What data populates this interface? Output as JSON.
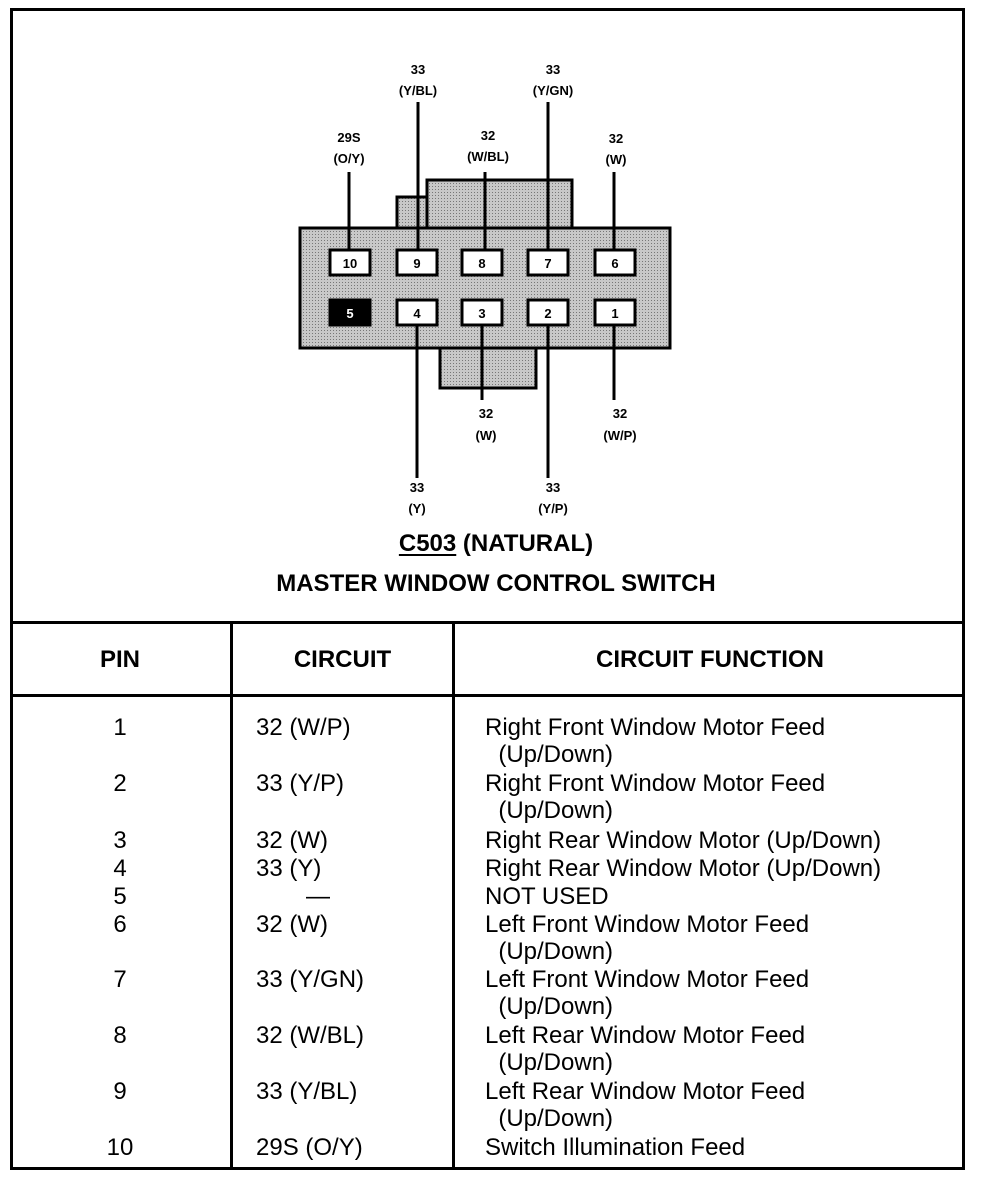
{
  "connector": {
    "code": "C503",
    "color_label": "(NATURAL)",
    "name": "MASTER WINDOW CONTROL SWITCH",
    "pins_top": [
      "10",
      "9",
      "8",
      "7",
      "6"
    ],
    "pins_bottom": [
      "5",
      "4",
      "3",
      "2",
      "1"
    ],
    "wire_labels": {
      "p10": {
        "circuit": "29S",
        "color": "(O/Y)"
      },
      "p9": {
        "circuit": "33",
        "color": "(Y/BL)"
      },
      "p8": {
        "circuit": "32",
        "color": "(W/BL)"
      },
      "p7": {
        "circuit": "33",
        "color": "(Y/GN)"
      },
      "p6": {
        "circuit": "32",
        "color": "(W)"
      },
      "p4": {
        "circuit": "33",
        "color": "(Y)"
      },
      "p3": {
        "circuit": "32",
        "color": "(W)"
      },
      "p2": {
        "circuit": "33",
        "color": "(Y/P)"
      },
      "p1": {
        "circuit": "32",
        "color": "(W/P)"
      }
    }
  },
  "table": {
    "headers": {
      "pin": "PIN",
      "circuit": "CIRCUIT",
      "function": "CIRCUIT FUNCTION"
    },
    "rows": [
      {
        "pin": "1",
        "circuit": "32 (W/P)",
        "function": "Right Front Window Motor Feed\n  (Up/Down)"
      },
      {
        "pin": "2",
        "circuit": "33 (Y/P)",
        "function": "Right Front Window Motor Feed\n  (Up/Down)"
      },
      {
        "pin": "3",
        "circuit": "32 (W)",
        "function": "Right Rear Window Motor (Up/Down)"
      },
      {
        "pin": "4",
        "circuit": "33 (Y)",
        "function": "Right Rear Window Motor (Up/Down)"
      },
      {
        "pin": "5",
        "circuit": "—",
        "function": "NOT USED"
      },
      {
        "pin": "6",
        "circuit": "32 (W)",
        "function": "Left Front Window Motor Feed\n  (Up/Down)"
      },
      {
        "pin": "7",
        "circuit": "33 (Y/GN)",
        "function": "Left Front Window Motor Feed\n  (Up/Down)"
      },
      {
        "pin": "8",
        "circuit": "32 (W/BL)",
        "function": "Left Rear Window Motor Feed\n  (Up/Down)"
      },
      {
        "pin": "9",
        "circuit": "33 (Y/BL)",
        "function": "Left Rear Window Motor Feed\n  (Up/Down)"
      },
      {
        "pin": "10",
        "circuit": "29S (O/Y)",
        "function": "Switch Illumination Feed"
      }
    ]
  }
}
